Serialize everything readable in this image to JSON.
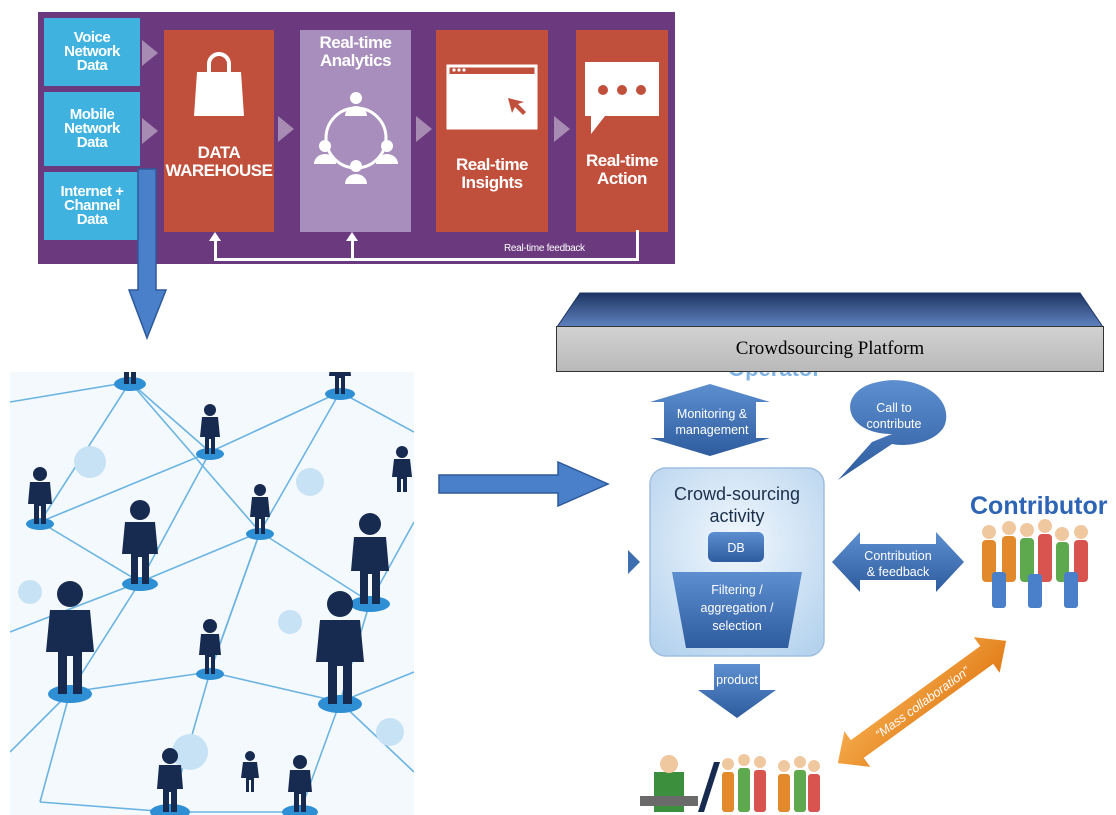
{
  "pipeline": {
    "sources": [
      "Voice Network Data",
      "Mobile Network Data",
      "Internet + Channel Data"
    ],
    "source_lines": [
      [
        "Voice",
        "Network",
        "Data"
      ],
      [
        "Mobile",
        "Network",
        "Data"
      ],
      [
        "Internet +",
        "Channel",
        "Data"
      ]
    ],
    "stages": [
      {
        "lines": [
          "DATA",
          "WAREHOUSE"
        ],
        "icon": "shopping-bag-icon"
      },
      {
        "lines": [
          "Real-time",
          "Analytics"
        ],
        "icon": "people-network-icon"
      },
      {
        "lines": [
          "Real-time",
          "Insights"
        ],
        "icon": "browser-window-icon"
      },
      {
        "lines": [
          "Real-time",
          "Action"
        ],
        "icon": "speech-bubble-icon"
      }
    ],
    "feedback_label": "Real-time feedback"
  },
  "platform": {
    "title": "Crowdsourcing Platform"
  },
  "crowd": {
    "operator_label": "Operator",
    "monitoring": [
      "Monitoring &",
      "management"
    ],
    "call": [
      "Call to",
      "contribute"
    ],
    "activity": [
      "Crowd-sourcing",
      "activity"
    ],
    "db": "DB",
    "filtering": [
      "Filtering /",
      "aggregation /",
      "selection"
    ],
    "contribution": [
      "Contribution",
      "& feedback"
    ],
    "contributor": "Contributor",
    "product": "product",
    "mass": "“Mass collaboration”"
  },
  "colors": {
    "banner": "#6b3a7e",
    "source_box": "#3fb2e0",
    "stage_red": "#c0503c",
    "stage_lilac": "#a88ebc",
    "flow_arrow": "#4a7fc9",
    "crowd_arrow": "#3d6fb0",
    "mass_arrow": "#f0902a",
    "contributor_text": "#2e64b5"
  }
}
